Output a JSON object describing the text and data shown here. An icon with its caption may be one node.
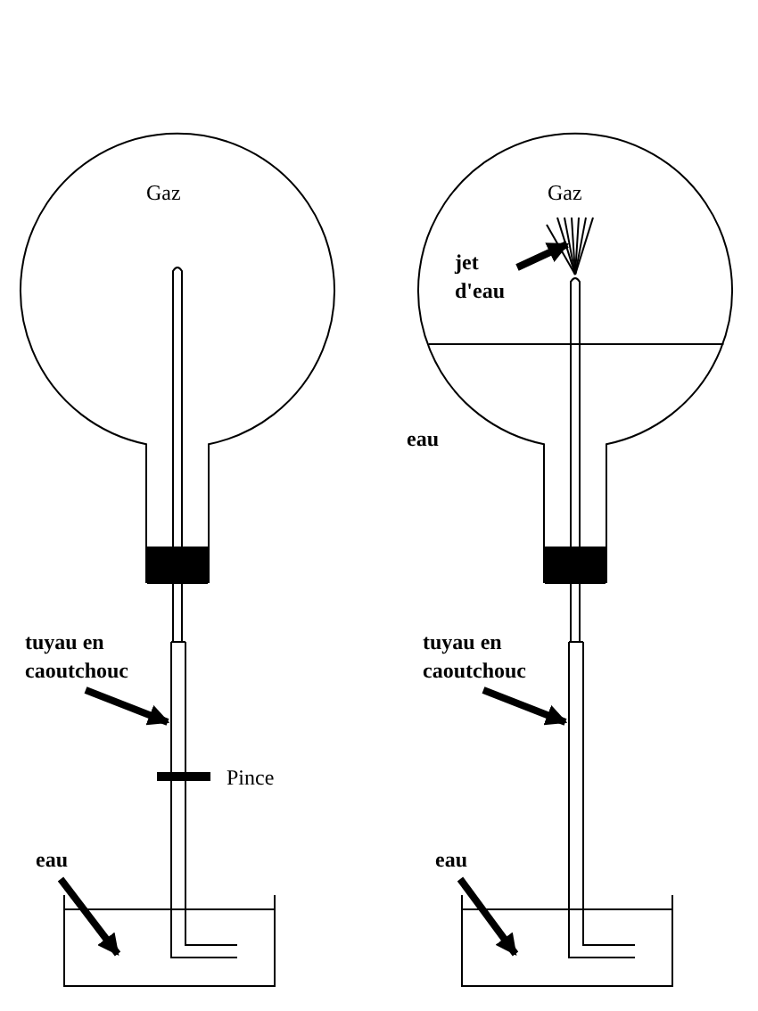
{
  "diagram": {
    "nodes": [
      {
        "text": [
          "tuyau en caoutchouc"
        ]
      },
      {
        "text": [
          "eau"
        ]
      },
      {
        "text": [
          "jet d'eau"
        ]
      },
      {
        "text": [
          "tuyau en caoutchouc"
        ]
      },
      {
        "text": [
          "eau"
        ]
      }
    ],
    "edges": [
      {
        "from": 0,
        "to": null,
        "arrow": "to"
      },
      {
        "from": 1,
        "to": null,
        "arrow": "to"
      },
      {
        "from": 2,
        "to": null,
        "arrow": "to"
      },
      {
        "from": 3,
        "to": null,
        "arrow": "to"
      },
      {
        "from": 4,
        "to": null,
        "arrow": "to"
      }
    ],
    "labels": [
      "Gaz",
      "Gaz",
      "eau",
      "Pince"
    ]
  }
}
